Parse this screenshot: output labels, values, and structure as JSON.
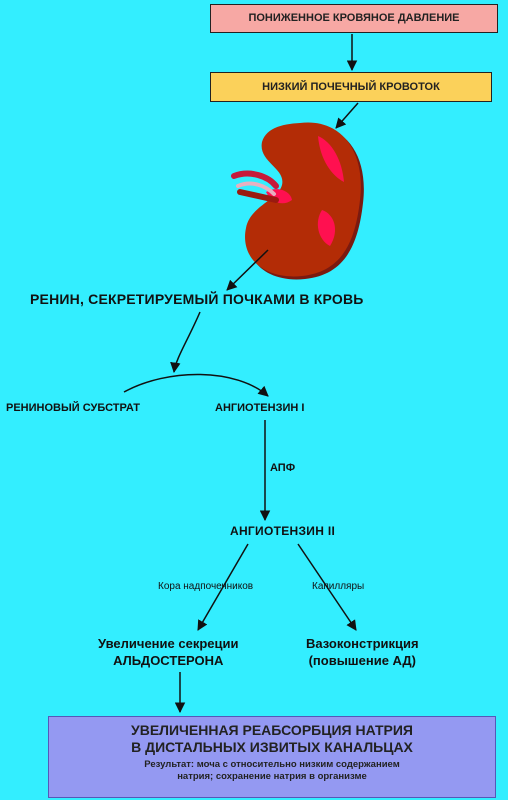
{
  "boxes": {
    "low_bp": "ПОНИЖЕННОЕ КРОВЯНОЕ ДАВЛЕНИЕ",
    "low_flow": "НИЗКИЙ ПОЧЕЧНЫЙ КРОВОТОК"
  },
  "labels": {
    "renin": "РЕНИН, СЕКРЕТИРУЕМЫЙ ПОЧКАМИ В КРОВЬ",
    "substrate": "РЕНИНОВЫЙ СУБСТРАТ",
    "angiotensin_1": "АНГИОТЕНЗИН I",
    "ace": "АПФ",
    "angiotensin_2": "АНГИОТЕНЗИН II",
    "adrenal_cortex": "Кора надпочечников",
    "capillaries": "Капилляры",
    "aldosterone_line1": "Увеличение секреции",
    "aldosterone_line2": "АЛЬДОСТЕРОНА",
    "vaso_line1": "Вазоконстрикция",
    "vaso_line2": "(повышение АД)"
  },
  "result": {
    "title_line1": "УВЕЛИЧЕННАЯ РЕАБСОРБЦИЯ НАТРИЯ",
    "title_line2": "В ДИСТАЛЬНЫХ ИЗВИТЫХ КАНАЛЬЦАХ",
    "note_line1": "Результат: моча с относительно низким содержанием",
    "note_line2": "натрия; сохранение натрия в организме"
  },
  "colors": {
    "background": "#33eeff",
    "low_bp_box": "#f7a8a4",
    "low_flow_box": "#fbd15a",
    "result_box": "#9499f2",
    "kidney": "#b32c06",
    "kidney_highlight": "#ff1050"
  },
  "icons": {
    "kidney": "kidney-illustration"
  }
}
